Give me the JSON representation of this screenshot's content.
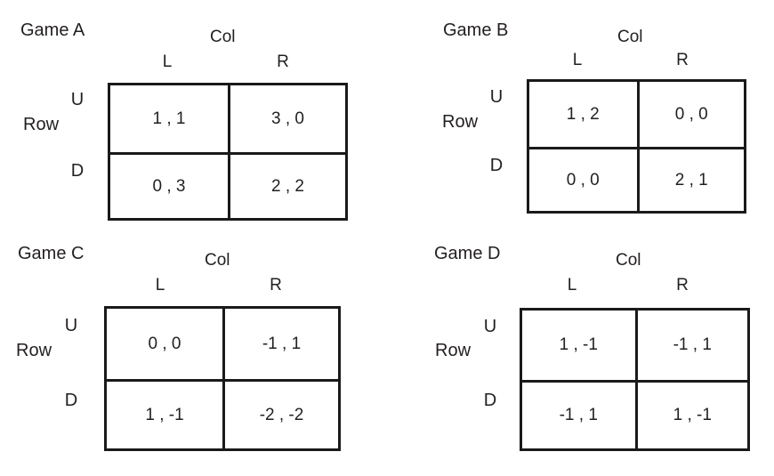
{
  "page": {
    "background": "#ffffff",
    "ink": "#231f20",
    "rule_color": "#1a1a1a",
    "description": "Four 2x2 normal-form game payoff matrices labeled Game A through Game D"
  },
  "games": [
    {
      "id": "game-a",
      "title": "Game A",
      "col_player_label": "Col",
      "row_player_label": "Row",
      "col_strategies": [
        "L",
        "R"
      ],
      "row_strategies": [
        "U",
        "D"
      ],
      "payoffs": [
        [
          "1 , 1",
          "3 , 0"
        ],
        [
          "0 , 3",
          "2 , 2"
        ]
      ]
    },
    {
      "id": "game-b",
      "title": "Game B",
      "col_player_label": "Col",
      "row_player_label": "Row",
      "col_strategies": [
        "L",
        "R"
      ],
      "row_strategies": [
        "U",
        "D"
      ],
      "payoffs": [
        [
          "1 , 2",
          "0 , 0"
        ],
        [
          "0 , 0",
          "2 , 1"
        ]
      ]
    },
    {
      "id": "game-c",
      "title": "Game C",
      "col_player_label": "Col",
      "row_player_label": "Row",
      "col_strategies": [
        "L",
        "R"
      ],
      "row_strategies": [
        "U",
        "D"
      ],
      "payoffs": [
        [
          "0 , 0",
          "-1 , 1"
        ],
        [
          "1 , -1",
          "-2 , -2"
        ]
      ]
    },
    {
      "id": "game-d",
      "title": "Game D",
      "col_player_label": "Col",
      "row_player_label": "Row",
      "col_strategies": [
        "L",
        "R"
      ],
      "row_strategies": [
        "U",
        "D"
      ],
      "payoffs": [
        [
          "1 , -1",
          "-1 , 1"
        ],
        [
          "-1 , 1",
          "1 , -1"
        ]
      ]
    }
  ]
}
